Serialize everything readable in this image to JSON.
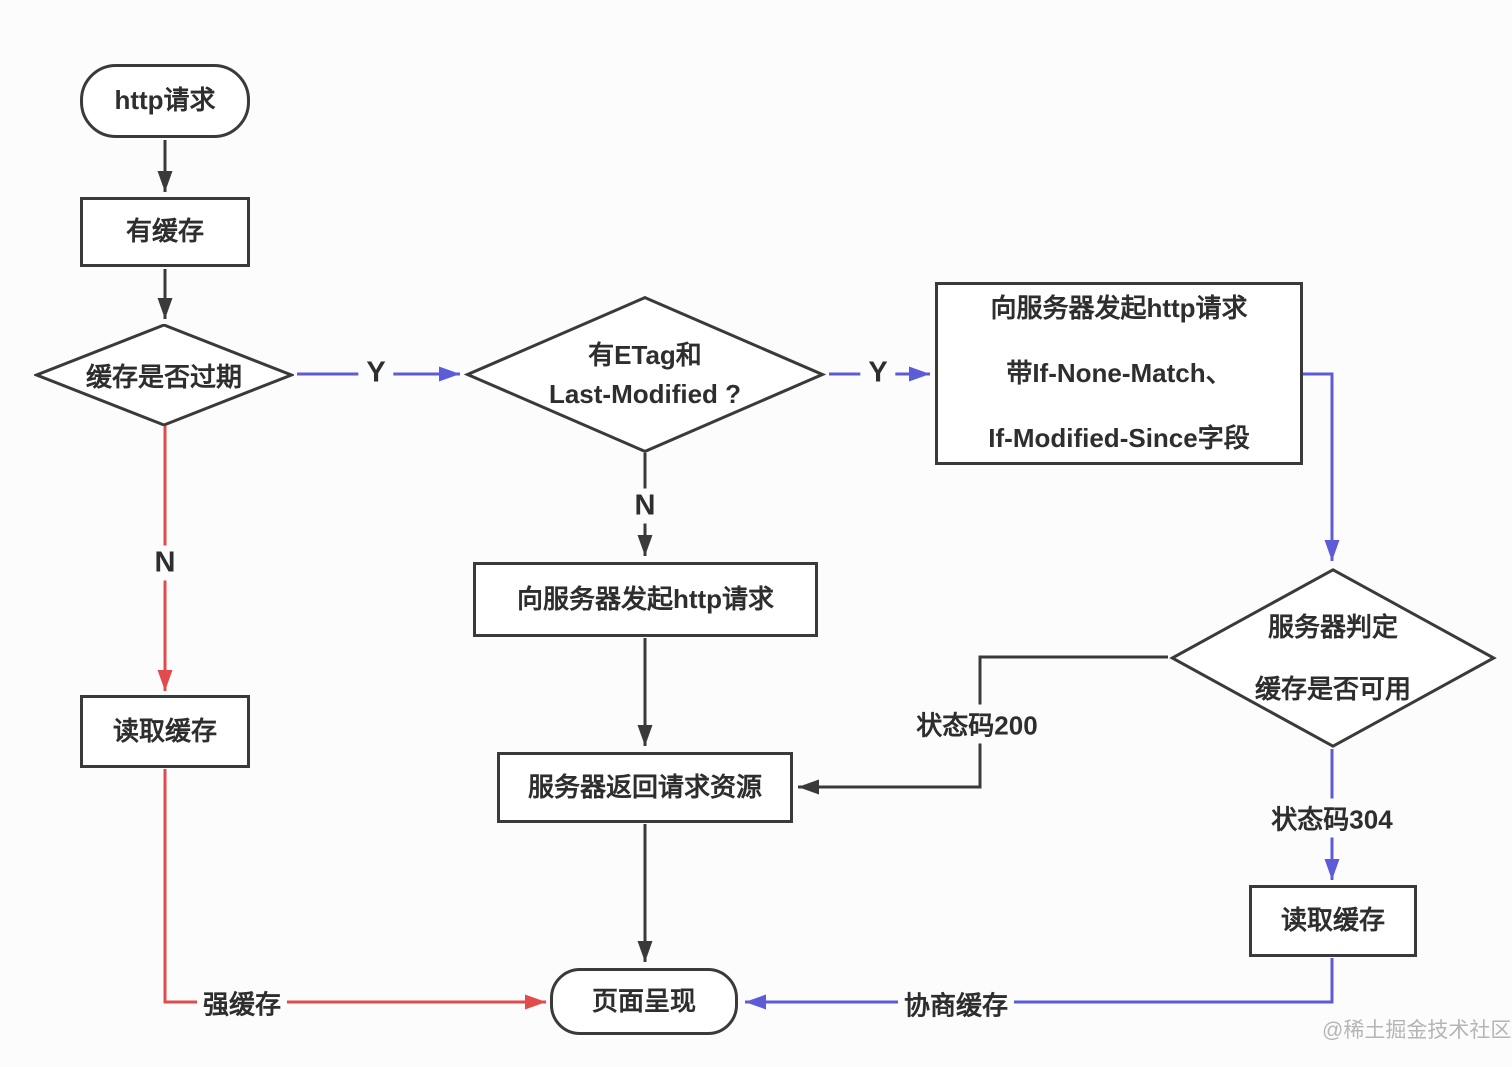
{
  "colors": {
    "line": "#3a3a3a",
    "blue": "#5c5cd8",
    "red": "#e24b4b",
    "text": "#2e2e2e",
    "watermark": "#b5b5b5",
    "background": "#fcfcfc"
  },
  "nodes": {
    "http_request": {
      "label": "http请求",
      "shape": "stadium"
    },
    "has_cache": {
      "label": "有缓存",
      "shape": "rect"
    },
    "cache_expired": {
      "label": "缓存是否过期",
      "shape": "diamond"
    },
    "has_etag": {
      "label": "有ETag和\nLast-Modified ?",
      "shape": "diamond"
    },
    "request_with_headers": {
      "label": "向服务器发起http请求\n带If-None-Match、\nIf-Modified-Since字段",
      "shape": "rect"
    },
    "request_http": {
      "label": "向服务器发起http请求",
      "shape": "rect"
    },
    "server_judge": {
      "label": "服务器判定\n缓存是否可用",
      "shape": "diamond"
    },
    "server_return": {
      "label": "服务器返回请求资源",
      "shape": "rect"
    },
    "read_cache_left": {
      "label": "读取缓存",
      "shape": "rect"
    },
    "read_cache_right": {
      "label": "读取缓存",
      "shape": "rect"
    },
    "page_render": {
      "label": "页面呈现",
      "shape": "stadium"
    }
  },
  "edge_labels": {
    "y1": "Y",
    "y2": "Y",
    "n1": "N",
    "n2": "N",
    "status_200": "状态码200",
    "status_304": "状态码304",
    "strong_cache": "强缓存",
    "negotiate_cache": "协商缓存"
  },
  "watermark": "@稀土掘金技术社区"
}
